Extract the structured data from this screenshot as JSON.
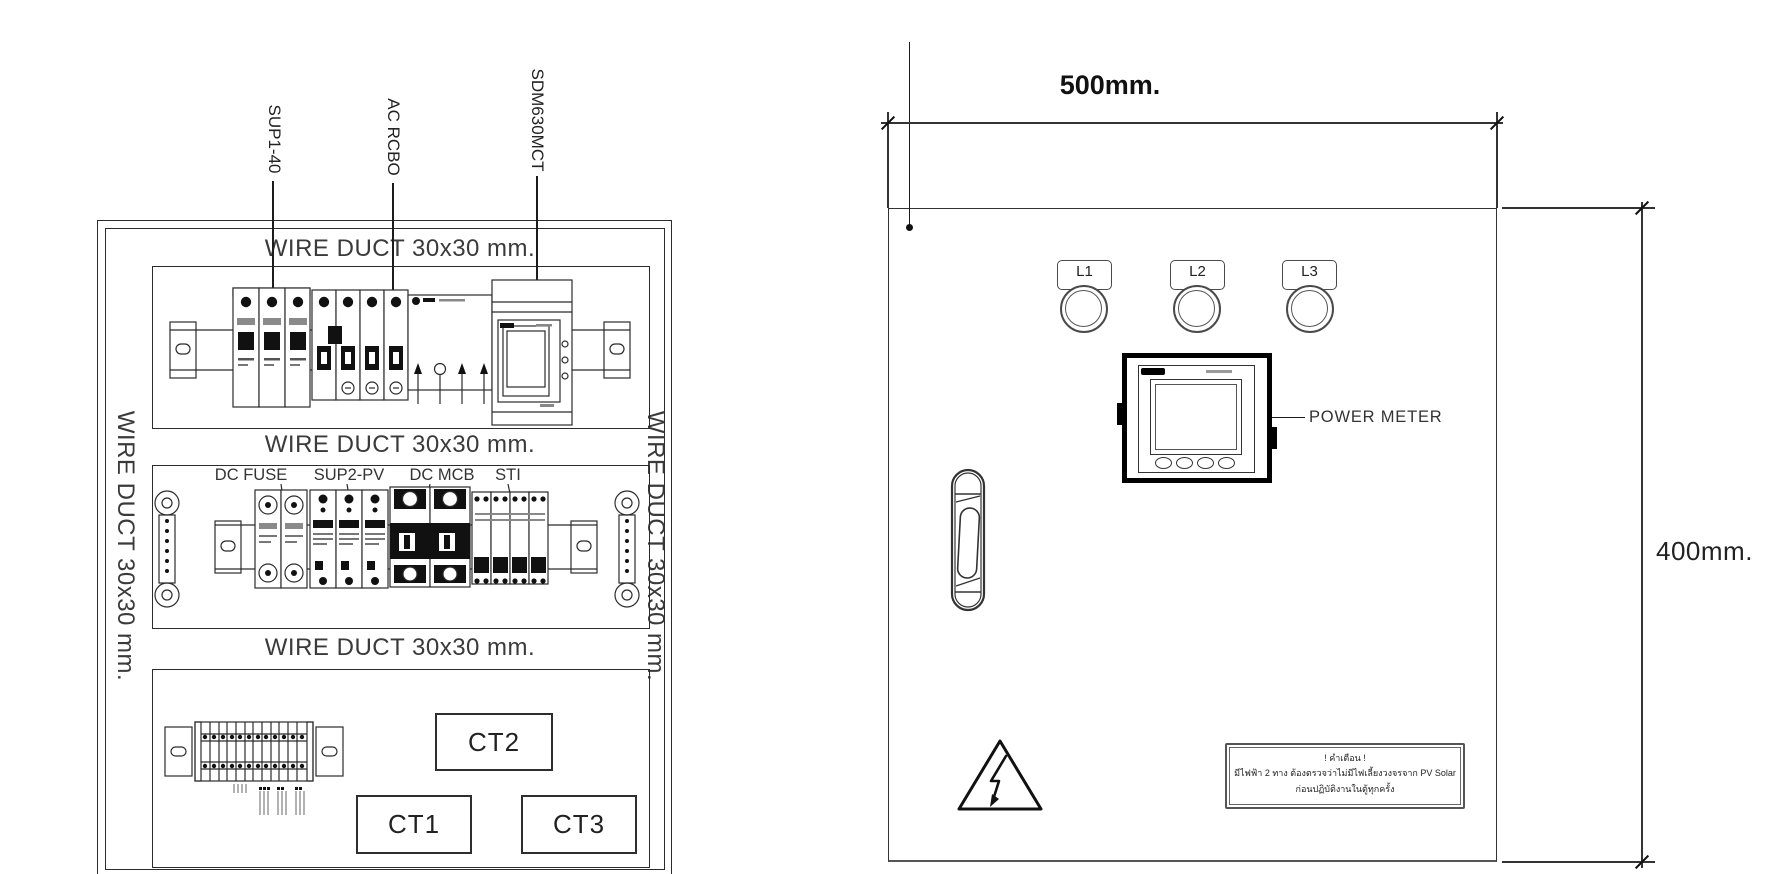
{
  "left_panel": {
    "wire_duct_label": "WIRE DUCT 30x30 mm.",
    "device_callouts": [
      {
        "label": "SUP1-40"
      },
      {
        "label": "AC RCBO"
      },
      {
        "label": "SDM630MCT"
      }
    ],
    "dc_row_labels": [
      {
        "label": "DC FUSE"
      },
      {
        "label": "SUP2-PV"
      },
      {
        "label": "DC MCB"
      },
      {
        "label": "STI"
      }
    ],
    "ct_boxes": [
      {
        "label": "CT1"
      },
      {
        "label": "CT2"
      },
      {
        "label": "CT3"
      }
    ]
  },
  "front_panel": {
    "width_dimension": "500mm.",
    "height_dimension": "400mm.",
    "indicator_lights": [
      {
        "label": "L1"
      },
      {
        "label": "L2"
      },
      {
        "label": "L3"
      }
    ],
    "power_meter_callout": "POWER METER",
    "warning_label": {
      "line1": "! คำเตือน !",
      "line2": "มีไฟฟ้า 2 ทาง ต้องตรวจว่าไม่มีไฟเลี้ยงวงจรจาก PV Solar",
      "line3": "ก่อนปฏิบัติงานในตู้ทุกครั้ง"
    }
  },
  "colors": {
    "line": "#2b2b2b",
    "text": "#333333",
    "black": "#111111"
  }
}
